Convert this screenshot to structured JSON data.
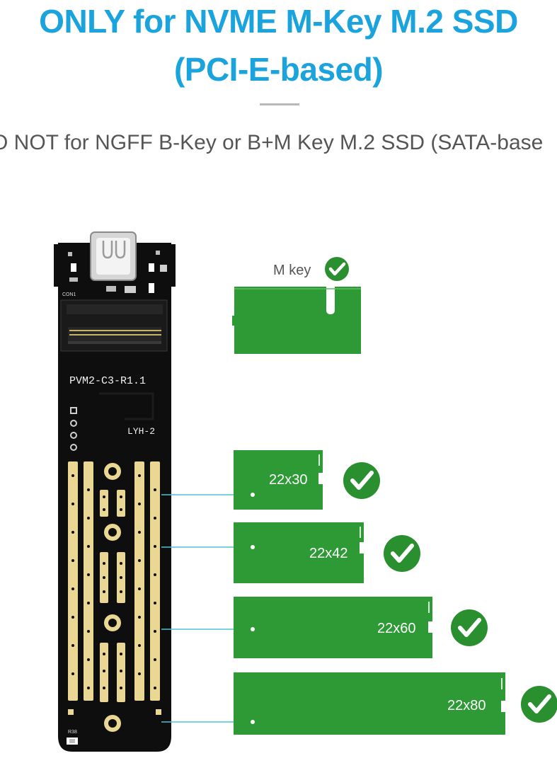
{
  "heading": {
    "line1": "ONLY for NVME M-Key M.2 SSD",
    "line2": "(PCI-E-based)"
  },
  "warning": "O NOT for NGFF B-Key or B+M Key M.2 SSD (SATA-base",
  "board": {
    "model": "PVM2-C3-R1.1",
    "chip": "LYH-2",
    "conn": "CON1",
    "r38": "R38"
  },
  "mkey": {
    "label": "M key"
  },
  "sizes": [
    {
      "label": "22x30"
    },
    {
      "label": "22x42"
    },
    {
      "label": "22x60"
    },
    {
      "label": "22x80"
    }
  ],
  "colors": {
    "heading": "#1aa3dc",
    "ssd_green": "#2e9a35",
    "check_green": "#2a8f2e",
    "board": "#0e0e0e",
    "gold": "#e9d793",
    "leader": "#4ec3d6"
  },
  "icons": [
    "check-circle-icon",
    "usb-c-port-icon"
  ]
}
